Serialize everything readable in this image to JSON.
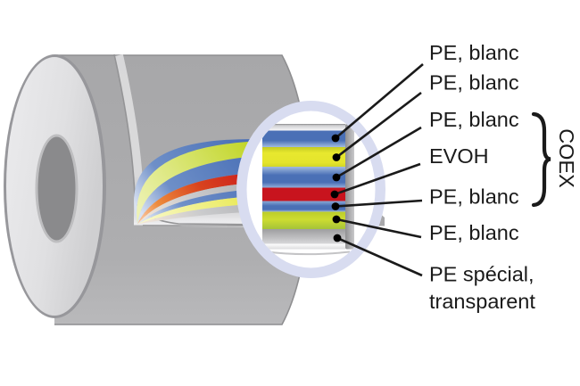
{
  "figure": {
    "description": "Coextruded multilayer film roll with magnified cross-section",
    "annotations": {
      "items": [
        {
          "label": "PE, blanc"
        },
        {
          "label": "PE, blanc"
        },
        {
          "label": "PE, blanc"
        },
        {
          "label": "EVOH"
        },
        {
          "label": "PE, blanc"
        },
        {
          "label": "PE, blanc"
        },
        {
          "label_line1": "PE spécial,",
          "label_line2": "transparent"
        }
      ],
      "bracket_label": "COEX"
    },
    "layers": [
      {
        "name": "PE blanc",
        "color": "#4a70b6",
        "coex": false
      },
      {
        "name": "PE blanc",
        "color": "#e4e42c",
        "coex": false
      },
      {
        "name": "PE blanc",
        "color": "#4a70b6",
        "coex": true
      },
      {
        "name": "EVOH",
        "color": "#c8141e",
        "coex": true
      },
      {
        "name": "PE blanc",
        "color": "#4a70b6",
        "coex": true
      },
      {
        "name": "PE blanc",
        "color": "#c2d42c",
        "coex": false
      },
      {
        "name": "PE spécial transparent",
        "color": "#b0b0b2",
        "coex": false
      }
    ],
    "palette": {
      "blue": "#4a70b6",
      "yellow": "#e4e42c",
      "red": "#c8141e",
      "yellow_green": "#c2d42c",
      "layer_gray": "#b0b0b2",
      "ring_lavender": "#d8dcf0",
      "body_gray": "#acacae",
      "face_gray": "#dedee0",
      "hole_gray": "#8a8a8c",
      "line_black": "#1a1a1a"
    }
  }
}
